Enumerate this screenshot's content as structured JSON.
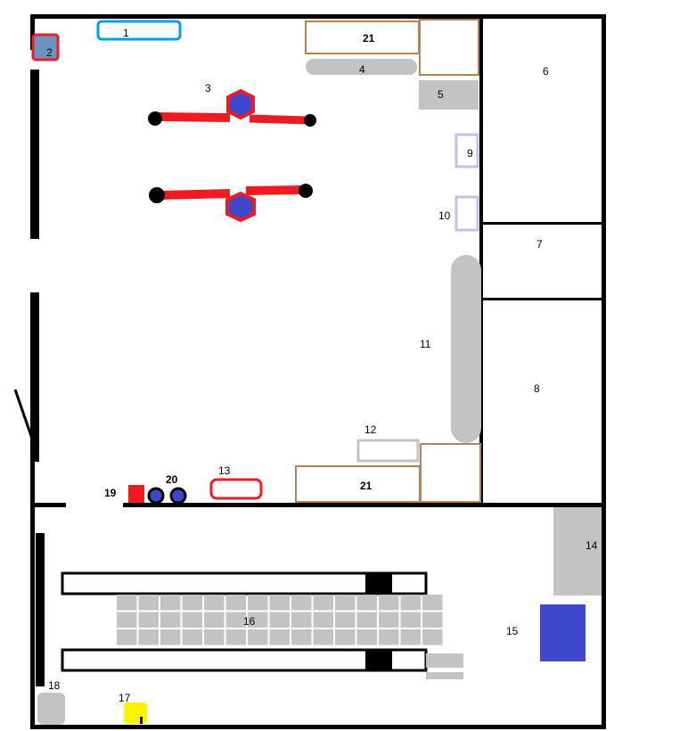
{
  "labels": {
    "l1": "1",
    "l2": "2",
    "l3": "3",
    "l4": "4",
    "l5": "5",
    "l6": "6",
    "l7": "7",
    "l8": "8",
    "l9": "9",
    "l10": "10",
    "l11": "11",
    "l12": "12",
    "l13": "13",
    "l14": "14",
    "l15": "15",
    "l16": "16",
    "l17": "17",
    "l18": "18",
    "l19": "19",
    "l20": "20",
    "l21_top": "21",
    "l21_bottom": "21"
  },
  "colors": {
    "wall": "#000000",
    "cabinet_brown": "#b5835a",
    "gray": "#c3c3c3",
    "red": "#ed1c24",
    "blue": "#3f48cc",
    "light_blue": "#00a2e8",
    "steel_blue": "#7092be",
    "lavender": "#c8bfe7",
    "yellow": "#fff200"
  }
}
